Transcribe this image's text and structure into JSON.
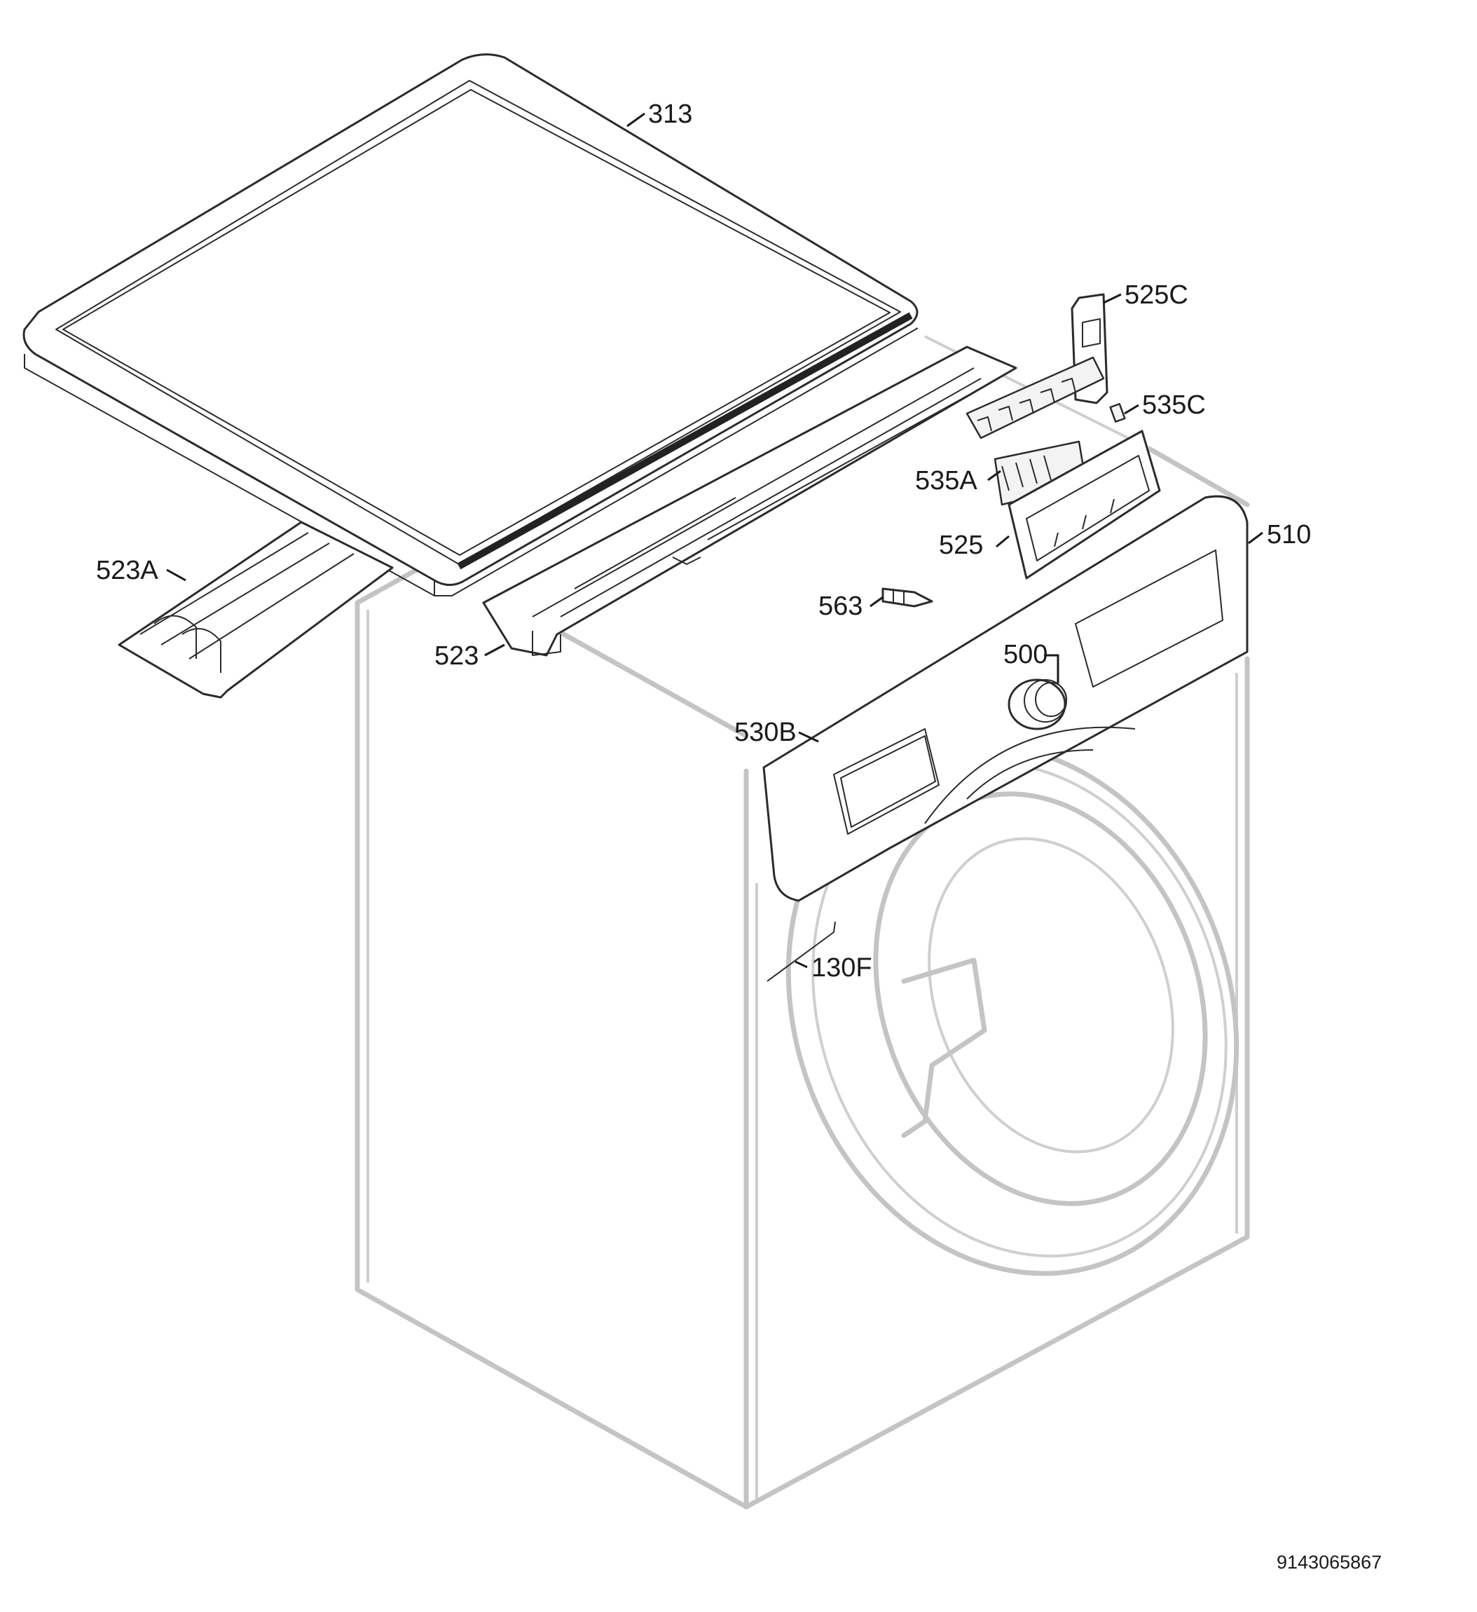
{
  "callouts": {
    "c313": "313",
    "c525C": "525C",
    "c535C": "535C",
    "c535A": "535A",
    "c525": "525",
    "c510": "510",
    "c523A": "523A",
    "c563": "563",
    "c523": "523",
    "c500": "500",
    "c530B": "530B",
    "c130F": "130F"
  },
  "document_number": "9143065867",
  "colors": {
    "outline": "#2b2b2b",
    "ghost_appliance": "#c4c4c4",
    "background": "#ffffff"
  }
}
